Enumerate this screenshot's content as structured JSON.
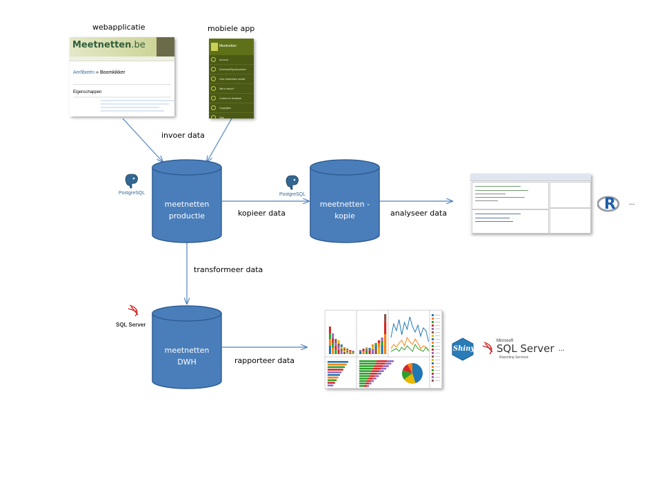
{
  "labels": {
    "webapp": "webapplicatie",
    "mobile": "mobiele  app",
    "invoer": "invoer data",
    "kopieer": "kopieer data",
    "analyseer": "analyseer data",
    "transformeer": "transformeer data",
    "rapporteer": "rapporteer data",
    "ellipsis_r": "...",
    "ellipsis_sql": "..."
  },
  "databases": {
    "productie": {
      "line1": "meetnetten",
      "line2": "productie"
    },
    "kopie": {
      "line1": "meetnetten  -",
      "line2": "kopie"
    },
    "dwh": {
      "line1": "meetnetten",
      "line2": "DWH"
    }
  },
  "logos": {
    "postgres": "PostgreSQL",
    "sqlserver_small": "SQL Server",
    "shiny": "Shiny",
    "ms_prefix": "Microsoft",
    "sqlserver_big": "SQL Server",
    "reporting": "Reporting Services",
    "r": "R"
  },
  "webapp_shot": {
    "site": "Meetnetten",
    "site_suffix": ".be",
    "breadcrumb_a": "Amfibieën",
    "breadcrumb_sep": "»",
    "breadcrumb_b": "Boomkikker",
    "section": "Eigenschappen"
  },
  "mobile_shot": {
    "title": "Meetnetten",
    "menu": [
      "Account",
      "Download/Synchroniseer",
      "Over meetnetten mobiel",
      "Wat is nieuw?",
      "Contact en feedback",
      "Copyrights",
      "Test"
    ]
  },
  "colors": {
    "cylinder": "#4a7ebb",
    "cylinder_edge": "#2f5d95",
    "arrow": "#4f81bd"
  }
}
